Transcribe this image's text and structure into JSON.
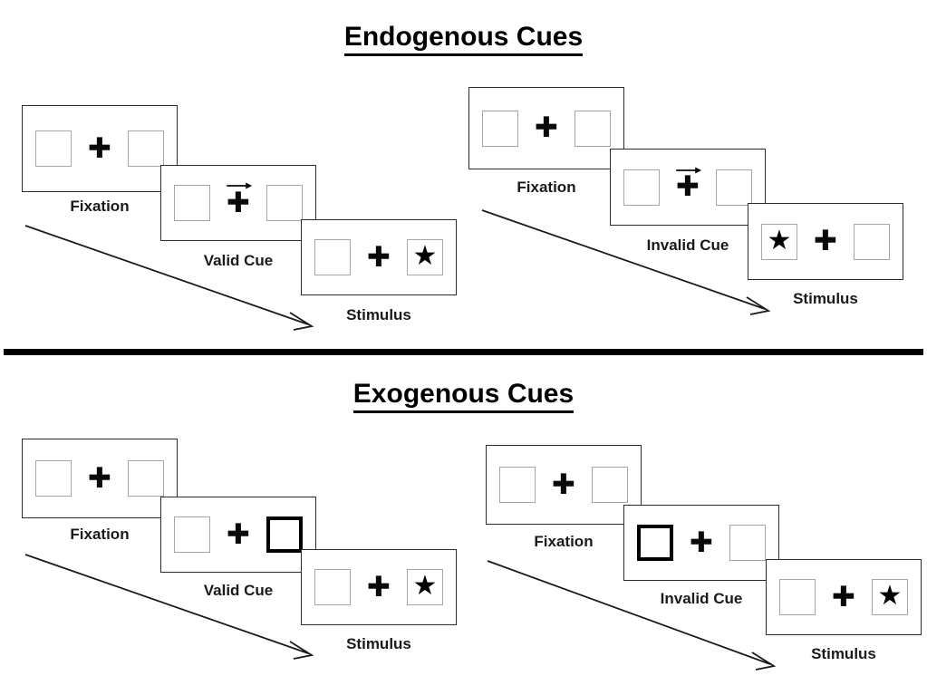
{
  "figure": {
    "title_top": "Endogenous Cues",
    "title_bottom": "Exogenous Cues"
  },
  "sections": [
    {
      "id": "endogenous",
      "title": "Endogenous Cues",
      "columns": [
        {
          "id": "endogenous-valid",
          "frames": [
            {
              "id": "endogenous-valid-fixation",
              "label": "Fixation",
              "left_box": {
                "content": "",
                "cued": false
              },
              "right_box": {
                "content": "",
                "cued": false
              },
              "center": "plus",
              "arrow": "none"
            },
            {
              "id": "endogenous-valid-cue",
              "label": "Valid Cue",
              "left_box": {
                "content": "",
                "cued": false
              },
              "right_box": {
                "content": "",
                "cued": false
              },
              "center": "plus",
              "arrow": "right"
            },
            {
              "id": "endogenous-valid-stimulus",
              "label": "Stimulus",
              "left_box": {
                "content": "",
                "cued": false
              },
              "right_box": {
                "content": "★",
                "cued": false
              },
              "center": "plus",
              "arrow": "none"
            }
          ]
        },
        {
          "id": "endogenous-invalid",
          "frames": [
            {
              "id": "endogenous-invalid-fixation",
              "label": "Fixation",
              "left_box": {
                "content": "",
                "cued": false
              },
              "right_box": {
                "content": "",
                "cued": false
              },
              "center": "plus",
              "arrow": "none"
            },
            {
              "id": "endogenous-invalid-cue",
              "label": "Invalid Cue",
              "left_box": {
                "content": "",
                "cued": false
              },
              "right_box": {
                "content": "",
                "cued": false
              },
              "center": "plus",
              "arrow": "right"
            },
            {
              "id": "endogenous-invalid-stimulus",
              "label": "Stimulus",
              "left_box": {
                "content": "★",
                "cued": false
              },
              "right_box": {
                "content": "",
                "cued": false
              },
              "center": "plus",
              "arrow": "none"
            }
          ]
        }
      ]
    },
    {
      "id": "exogenous",
      "title": "Exogenous Cues",
      "columns": [
        {
          "id": "exogenous-valid",
          "frames": [
            {
              "id": "exogenous-valid-fixation",
              "label": "Fixation",
              "left_box": {
                "content": "",
                "cued": false
              },
              "right_box": {
                "content": "",
                "cued": false
              },
              "center": "plus",
              "arrow": "none"
            },
            {
              "id": "exogenous-valid-cue",
              "label": "Valid Cue",
              "left_box": {
                "content": "",
                "cued": false
              },
              "right_box": {
                "content": "",
                "cued": true
              },
              "center": "plus",
              "arrow": "none"
            },
            {
              "id": "exogenous-valid-stimulus",
              "label": "Stimulus",
              "left_box": {
                "content": "",
                "cued": false
              },
              "right_box": {
                "content": "★",
                "cued": false
              },
              "center": "plus",
              "arrow": "none"
            }
          ]
        },
        {
          "id": "exogenous-invalid",
          "frames": [
            {
              "id": "exogenous-invalid-fixation",
              "label": "Fixation",
              "left_box": {
                "content": "",
                "cued": false
              },
              "right_box": {
                "content": "",
                "cued": false
              },
              "center": "plus",
              "arrow": "none"
            },
            {
              "id": "exogenous-invalid-cue",
              "label": "Invalid Cue",
              "left_box": {
                "content": "",
                "cued": true
              },
              "right_box": {
                "content": "",
                "cued": false
              },
              "center": "plus",
              "arrow": "none"
            },
            {
              "id": "exogenous-invalid-stimulus",
              "label": "Stimulus",
              "left_box": {
                "content": "",
                "cued": false
              },
              "right_box": {
                "content": "★",
                "cued": false
              },
              "center": "plus",
              "arrow": "none"
            }
          ]
        }
      ]
    }
  ],
  "glyphs": {
    "fixation_cross": "✚",
    "star": "★"
  },
  "colors": {
    "background": "#ffffff",
    "panel_border": "#2b2b2b",
    "box_border": "#a6a6a6",
    "cued_box_border": "#000000",
    "text": "#000000",
    "divider": "#000000"
  }
}
